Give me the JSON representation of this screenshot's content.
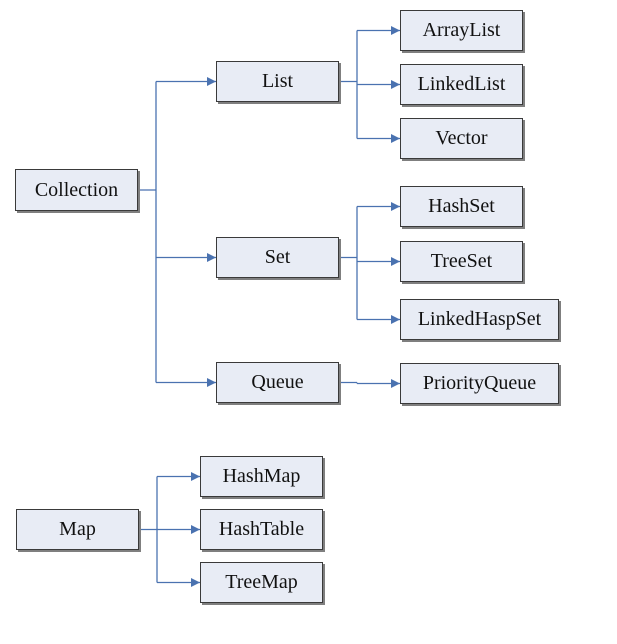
{
  "diagram": {
    "line_color": "#4a72b0",
    "box_fill": "#e8ecf5",
    "nodes": {
      "collection": "Collection",
      "list": "List",
      "set": "Set",
      "queue": "Queue",
      "arraylist": "ArrayList",
      "linkedlist": "LinkedList",
      "vector": "Vector",
      "hashset": "HashSet",
      "treeset": "TreeSet",
      "linkedhaspset": "LinkedHaspSet",
      "priorityqueue": "PriorityQueue",
      "map": "Map",
      "hashmap": "HashMap",
      "hashtable": "HashTable",
      "treemap": "TreeMap"
    },
    "edges": [
      [
        "collection",
        "list"
      ],
      [
        "collection",
        "set"
      ],
      [
        "collection",
        "queue"
      ],
      [
        "list",
        "arraylist"
      ],
      [
        "list",
        "linkedlist"
      ],
      [
        "list",
        "vector"
      ],
      [
        "set",
        "hashset"
      ],
      [
        "set",
        "treeset"
      ],
      [
        "set",
        "linkedhaspset"
      ],
      [
        "queue",
        "priorityqueue"
      ],
      [
        "map",
        "hashmap"
      ],
      [
        "map",
        "hashtable"
      ],
      [
        "map",
        "treemap"
      ]
    ]
  }
}
